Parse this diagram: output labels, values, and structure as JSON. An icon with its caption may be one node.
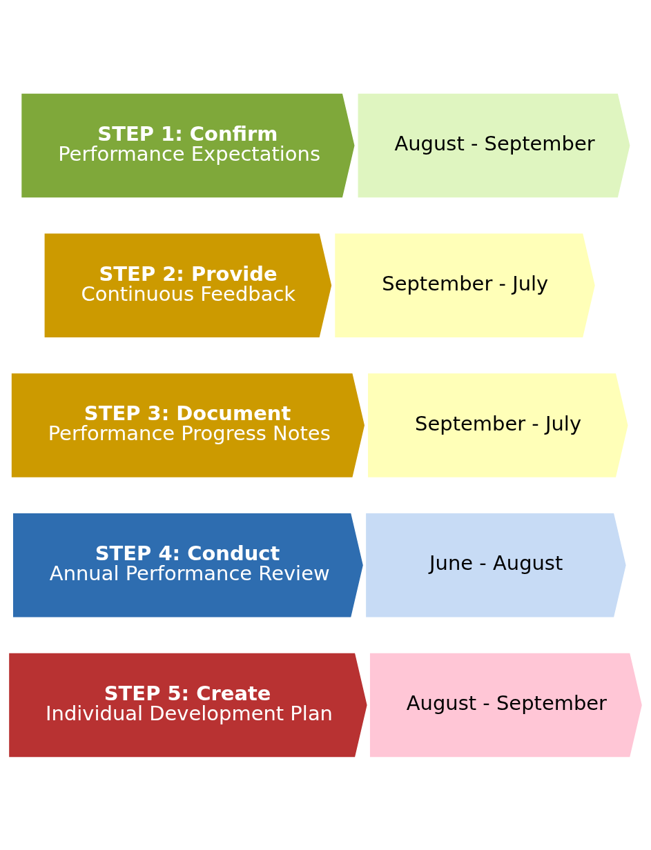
{
  "diagram": {
    "nodes": [
      {
        "text": [
          "STEP 1: Confirm",
          "Performance Expectations"
        ]
      },
      {
        "text": [
          "August - September"
        ]
      },
      {
        "text": [
          "STEP 2: Provide",
          "Continuous Feedback"
        ]
      },
      {
        "text": [
          "September - July"
        ]
      },
      {
        "text": [
          "STEP 3: Document",
          "Performance Progress Notes"
        ]
      },
      {
        "text": [
          "September - July"
        ]
      },
      {
        "text": [
          "STEP 4: Conduct",
          "Annual Performance Review"
        ]
      },
      {
        "text": [
          "June - August"
        ]
      },
      {
        "text": [
          "STEP 5: Create",
          "Individual Development Plan"
        ]
      },
      {
        "text": [
          "August - September"
        ]
      }
    ]
  }
}
